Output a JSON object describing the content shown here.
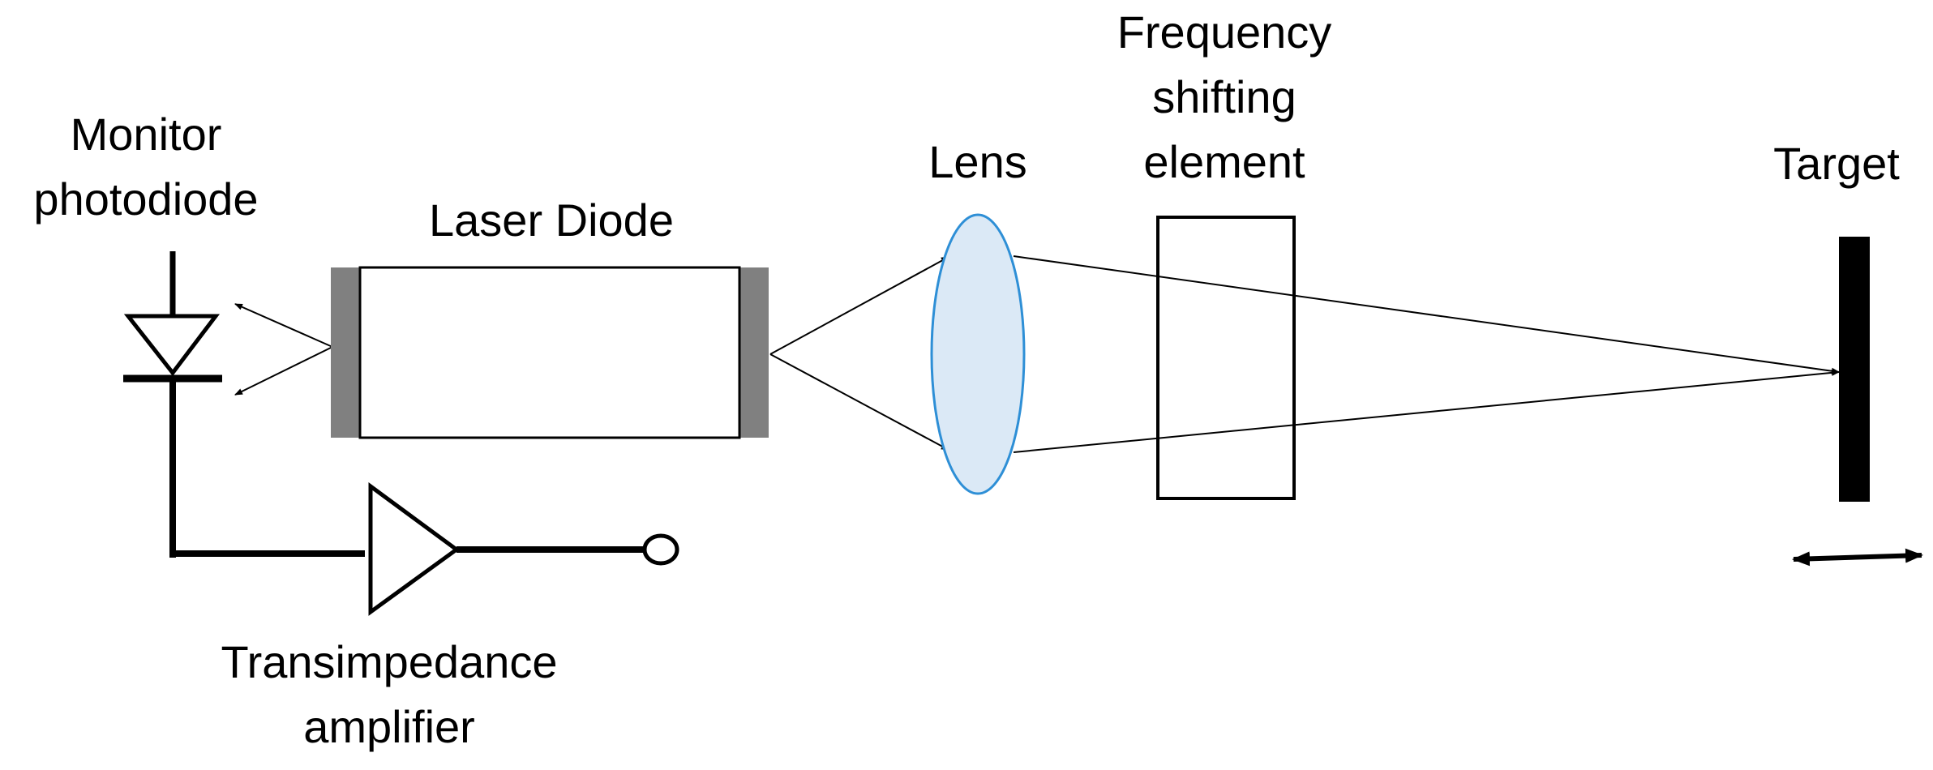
{
  "labels": {
    "monitor_photodiode": [
      "Monitor",
      "photodiode"
    ],
    "laser_diode": "Laser Diode",
    "lens": "Lens",
    "frequency_shifting_element": [
      "Frequency",
      "shifting",
      "element"
    ],
    "target": "Target",
    "transimpedance_amplifier": [
      "Transimpedance",
      "amplifier"
    ]
  },
  "colors": {
    "line": "#000000",
    "facet": "#808080",
    "lens_fill": "#dbe9f6",
    "lens_stroke": "#2e8fd6",
    "background": "#ffffff"
  }
}
